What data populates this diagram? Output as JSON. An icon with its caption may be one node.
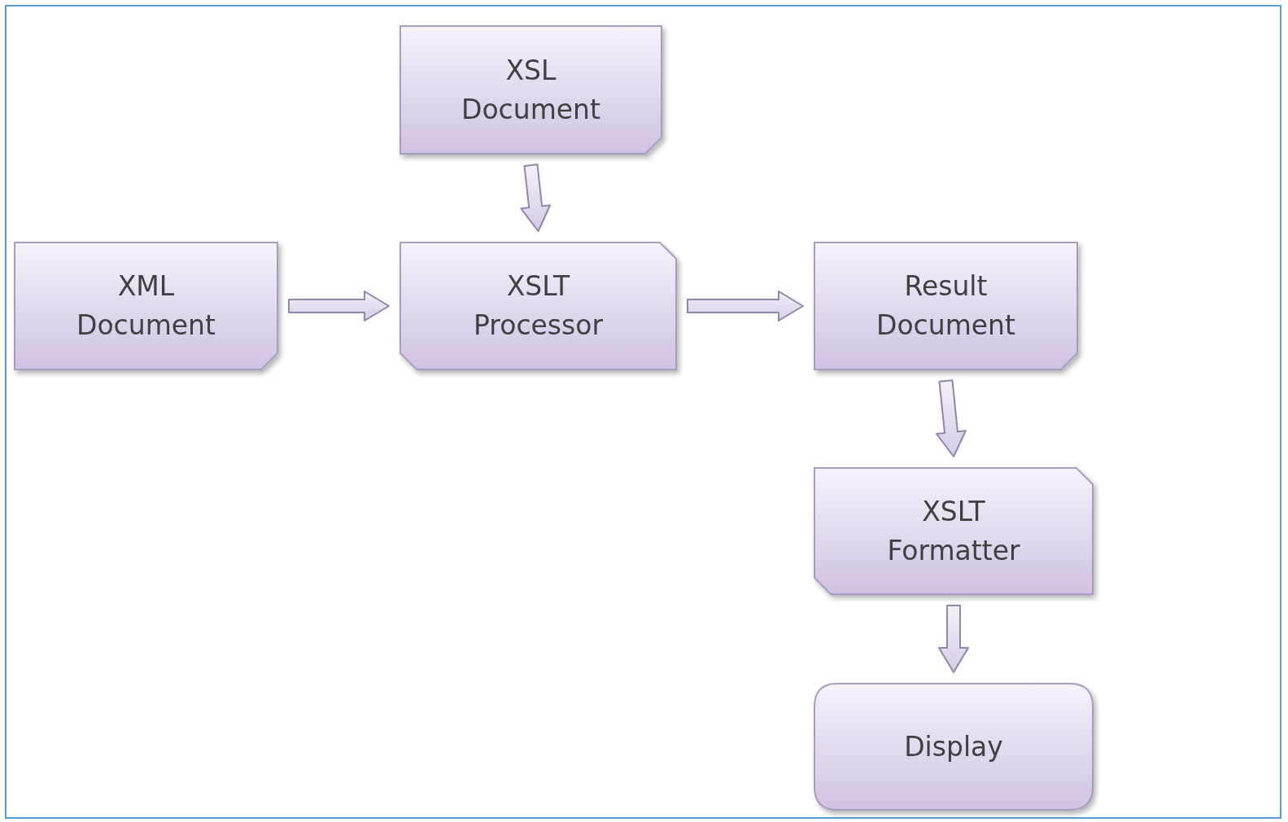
{
  "diagram": {
    "nodes": [
      {
        "text": [
          "XSL Document"
        ]
      },
      {
        "text": [
          "XML Document"
        ]
      },
      {
        "text": [
          "XSLT Processor"
        ]
      },
      {
        "text": [
          "Result Document"
        ]
      },
      {
        "text": [
          "XSLT Formatter"
        ]
      },
      {
        "text": [
          "Display"
        ]
      }
    ],
    "edges": [
      {
        "from": 0,
        "to": 2,
        "arrow": "to"
      },
      {
        "from": 1,
        "to": 2,
        "arrow": "to"
      },
      {
        "from": 2,
        "to": 3,
        "arrow": "to"
      },
      {
        "from": 3,
        "to": 4,
        "arrow": "to"
      },
      {
        "from": 4,
        "to": 5,
        "arrow": "to"
      }
    ]
  }
}
